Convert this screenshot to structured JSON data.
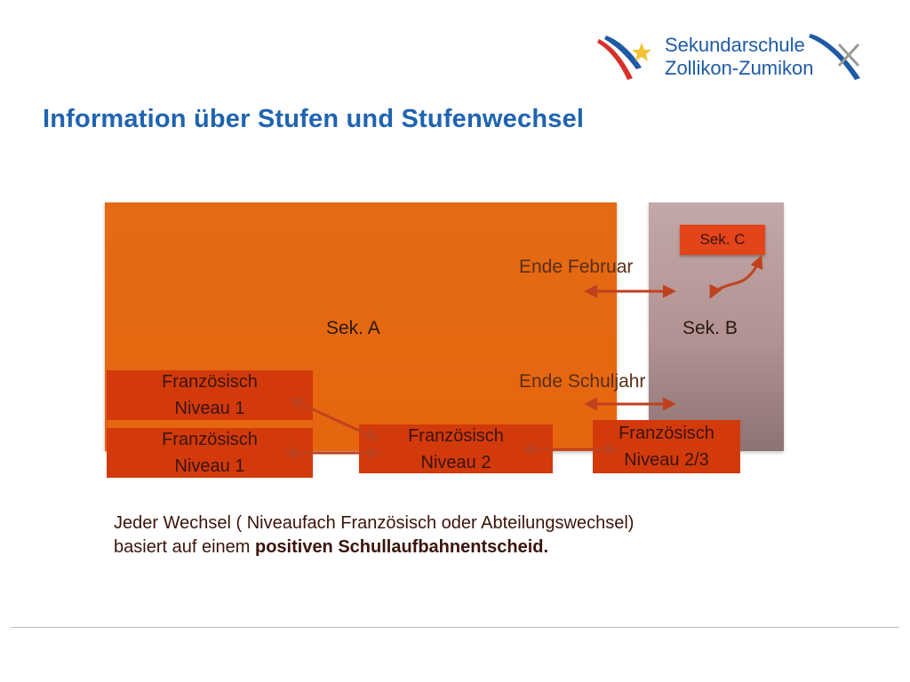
{
  "logo": {
    "line1": "Sekundarschule",
    "line2": "Zollikon-Zumikon"
  },
  "title": "Information über Stufen und Stufenwechsel",
  "diagram": {
    "sek_a": "Sek.  A",
    "sek_b": "Sek. B",
    "sek_c": "Sek. C",
    "ende_februar": "Ende Februar",
    "ende_schuljahr": "Ende Schuljahr",
    "boxes": [
      {
        "line1": "Französisch",
        "line2": "Niveau 1"
      },
      {
        "line1": "Französisch",
        "line2": "Niveau 1"
      },
      {
        "line1": "Französisch",
        "line2": "Niveau 2"
      },
      {
        "line1": "Französisch",
        "line2": "Niveau 2/3"
      }
    ]
  },
  "note": {
    "line1": "Jeder Wechsel ( Niveaufach Französisch oder Abteilungswechsel)",
    "line2_plain": "basiert auf einem ",
    "line2_bold": "positiven Schullaufbahnentscheid."
  },
  "colors": {
    "title": "#1f64b0",
    "sek_a": "#e46a14",
    "sek_b": "#b29292",
    "box": "#d23a0c",
    "arrow": "#c0411d"
  }
}
